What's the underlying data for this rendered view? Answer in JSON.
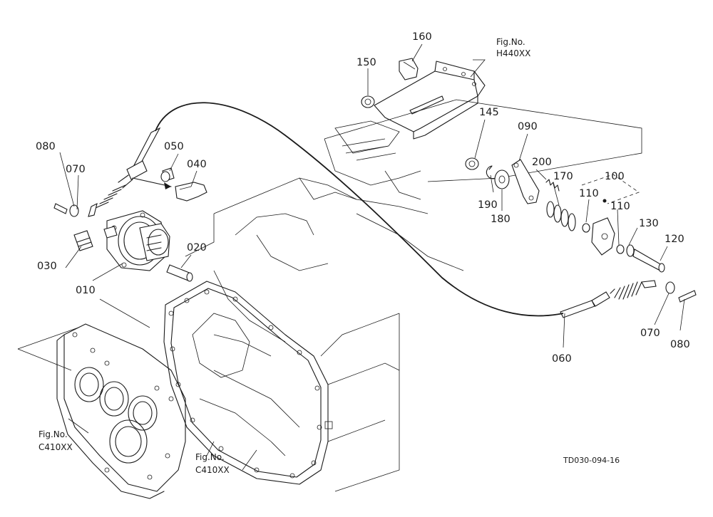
{
  "drawing_code": "TD030-094-16",
  "fig_refs": {
    "top_right_label": "Fig.No.",
    "top_right_code": "H440XX",
    "bottom_left_label": "Fig.No.",
    "bottom_left_code": "C410XX",
    "bottom_mid_label": "Fig.No.",
    "bottom_mid_code": "C410XX"
  },
  "callouts": {
    "c010": "010",
    "c020": "020",
    "c030": "030",
    "c040": "040",
    "c050": "050",
    "c060": "060",
    "c070_left": "070",
    "c080_left": "080",
    "c070_right": "070",
    "c080_right": "080",
    "c090": "090",
    "c100": "100",
    "c110_a": "110",
    "c110_b": "110",
    "c120": "120",
    "c130": "130",
    "c145": "145",
    "c150": "150",
    "c160": "160",
    "c170": "170",
    "c180": "180",
    "c190": "190",
    "c200": "200"
  }
}
